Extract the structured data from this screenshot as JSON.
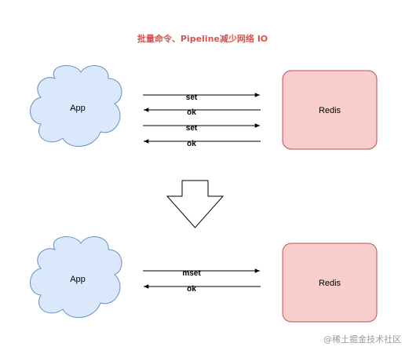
{
  "title": "批量命令、Pipeline减少网络 IO",
  "top": {
    "client": "App",
    "server": "Redis",
    "messages": [
      "set",
      "ok",
      "set",
      "ok"
    ]
  },
  "bottom": {
    "client": "App",
    "server": "Redis",
    "messages": [
      "mset",
      "ok"
    ]
  },
  "watermark": "@稀土掘金技术社区",
  "colors": {
    "title": "#d9534f",
    "cloud_fill": "#dae8fc",
    "cloud_stroke": "#6c8ebf",
    "server_fill": "#f8cecc",
    "server_stroke": "#b85450",
    "arrow": "#000000",
    "watermark": "#9a9a9a"
  },
  "icons": {
    "client_shape": "cloud-icon",
    "transition": "down-arrow-icon"
  }
}
